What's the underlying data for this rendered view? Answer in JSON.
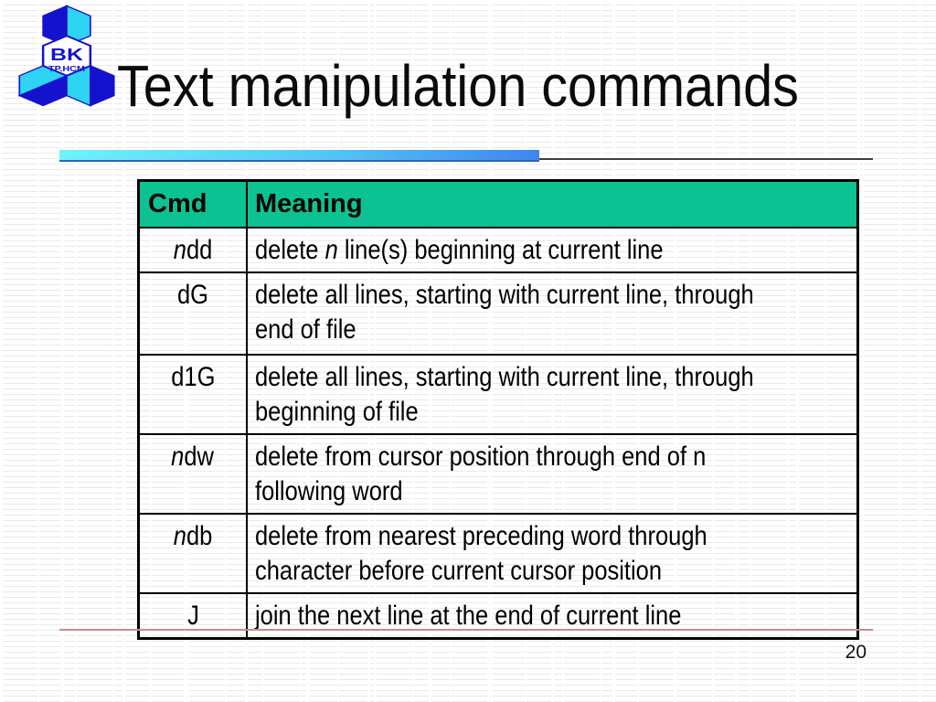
{
  "slide": {
    "title": "Text manipulation commands",
    "page_number": "20",
    "logo": {
      "line1": "BK",
      "line2": "TP.HCM"
    },
    "colors": {
      "table_header_green": "#0CC292",
      "accent_bar_cyan": "#70F2FA",
      "accent_bar_blue": "#3E86EF",
      "logo_dark_blue": "#1412CE",
      "logo_cyan": "#2FD4F4",
      "footer_line_rose": "#C09086"
    }
  },
  "table": {
    "headers": {
      "cmd": "Cmd",
      "meaning": "Meaning"
    },
    "rows": [
      {
        "cmd_italic": "n",
        "cmd_rest": "dd",
        "meaning_pre": "delete ",
        "meaning_italic": "n",
        "meaning_post": " line(s) beginning at current line"
      },
      {
        "cmd_italic": "",
        "cmd_rest": "dG",
        "meaning_pre": "delete all lines, starting with current line, through\nend of file",
        "meaning_italic": "",
        "meaning_post": ""
      },
      {
        "cmd_italic": "",
        "cmd_rest": "d1G",
        "meaning_pre": "delete all lines, starting with current line, through\nbeginning of file",
        "meaning_italic": "",
        "meaning_post": ""
      },
      {
        "cmd_italic": "n",
        "cmd_rest": "dw",
        "meaning_pre": "delete from cursor position through end of n\nfollowing word",
        "meaning_italic": "",
        "meaning_post": ""
      },
      {
        "cmd_italic": "n",
        "cmd_rest": "db",
        "meaning_pre": "delete from nearest preceding word through\ncharacter before current cursor position",
        "meaning_italic": "",
        "meaning_post": ""
      },
      {
        "cmd_italic": "",
        "cmd_rest": "J",
        "meaning_pre": "join the next line at the end of current line",
        "meaning_italic": "",
        "meaning_post": ""
      }
    ]
  }
}
